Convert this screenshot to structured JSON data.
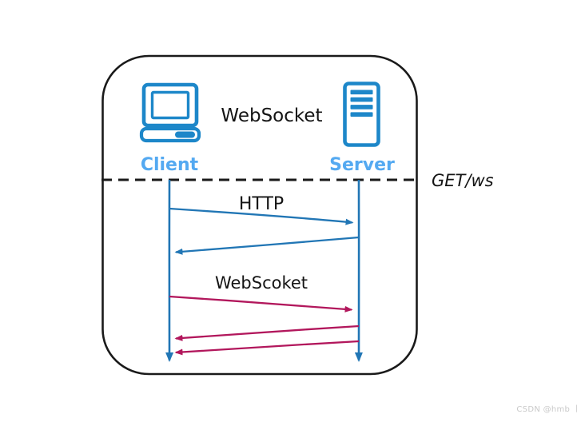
{
  "diagram": {
    "title": "WebSocket",
    "client_label": "Client",
    "server_label": "Server",
    "http_phase_label": "HTTP",
    "websocket_phase_label": "WebScoket",
    "handshake_label": "GET/ws"
  },
  "icons": {
    "client": "computer-monitor-icon",
    "server": "server-tower-icon"
  },
  "watermark": "CSDN @hmb 丨",
  "colors": {
    "icon_blue": "#1d87c9",
    "label_blue": "#54a9f1",
    "arrow_blue": "#2176b5",
    "arrow_red": "#b2175c",
    "line_black": "#1a1a1a",
    "watermark_gray": "#c9c9c9"
  }
}
